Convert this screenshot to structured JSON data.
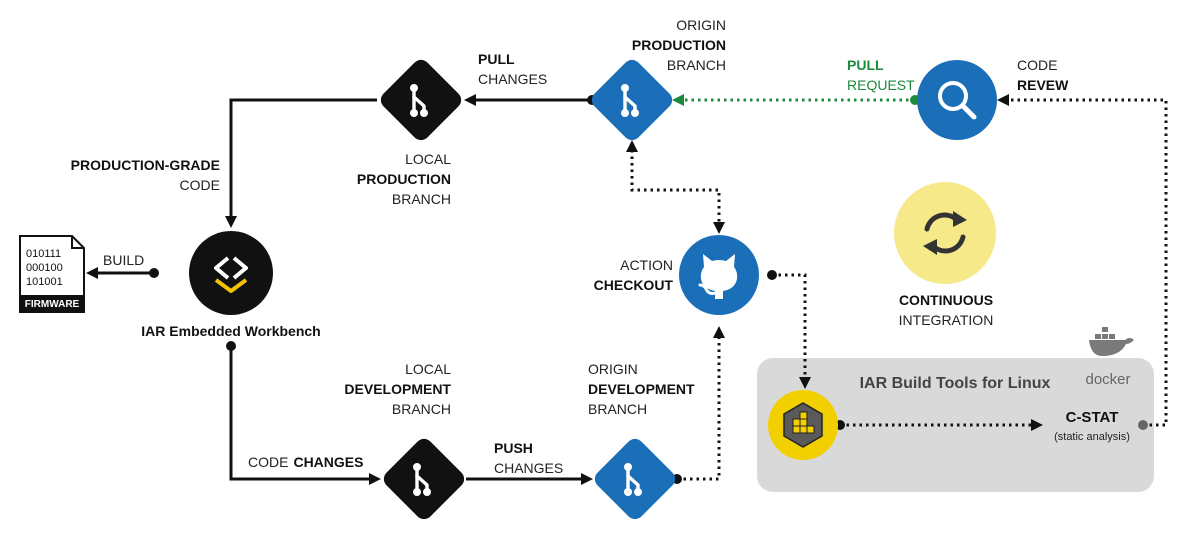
{
  "colors": {
    "black_node": "#111111",
    "blue_node": "#1b6fb8",
    "green_arrow": "#1c8a3c",
    "ci_yellow": "#f5e98a",
    "iar_yellow": "#f2d000",
    "box_gray": "#d9d9d9"
  },
  "icons": {
    "git": "git-branch-icon",
    "github": "github-octocat-icon",
    "search": "magnifier-icon",
    "ci": "refresh-cycle-icon",
    "ide": "iar-chevron-icon",
    "iar_tools": "iar-cube-stack-icon",
    "docker": "docker-whale-icon"
  },
  "firmware": {
    "line1": "010111",
    "line2": "000100",
    "line3": "101001",
    "label": "FIRMWARE"
  },
  "labels": {
    "build": "BUILD",
    "production_grade_1": "PRODUCTION-GRADE",
    "production_grade_2": "CODE",
    "ide_name": "IAR Embedded Workbench",
    "local_prod_1": "LOCAL",
    "local_prod_2": "PRODUCTION",
    "local_prod_3": "BRANCH",
    "pull_1": "PULL",
    "pull_2": "CHANGES",
    "origin_prod_1": "ORIGIN",
    "origin_prod_2": "PRODUCTION",
    "origin_prod_3": "BRANCH",
    "pull_request_1": "PULL",
    "pull_request_2": "REQUEST",
    "code_review_1": "CODE",
    "code_review_2": "REVEW",
    "action_1": "ACTION",
    "action_2": "CHECKOUT",
    "ci_1": "CONTINUOUS",
    "ci_2": "INTEGRATION",
    "local_dev_1": "LOCAL",
    "local_dev_2": "DEVELOPMENT",
    "local_dev_3": "BRANCH",
    "origin_dev_1": "ORIGIN",
    "origin_dev_2": "DEVELOPMENT",
    "origin_dev_3": "BRANCH",
    "code_changes_1": "CODE",
    "code_changes_2": "CHANGES",
    "push_1": "PUSH",
    "push_2": "CHANGES",
    "build_tools": "IAR Build Tools for Linux",
    "docker": "docker",
    "cstat_1": "C-STAT",
    "cstat_2": "(static analysis)"
  }
}
